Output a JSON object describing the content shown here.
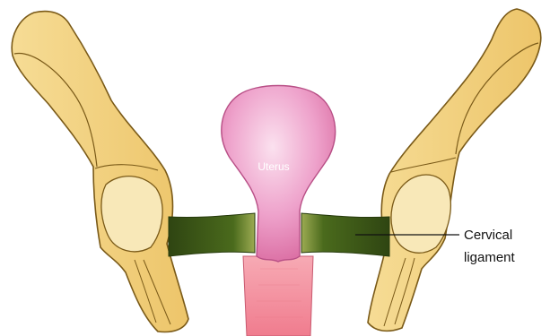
{
  "labels": {
    "uterus": "Uterus",
    "cervical_line1": "Cervical",
    "cervical_line2": "ligament"
  },
  "colors": {
    "bone_fill": "#f2d07e",
    "bone_outline": "#7a5a18",
    "ligament": "#3c5418",
    "uterus": "#e58cc0",
    "vagina": "#f08e9e"
  }
}
